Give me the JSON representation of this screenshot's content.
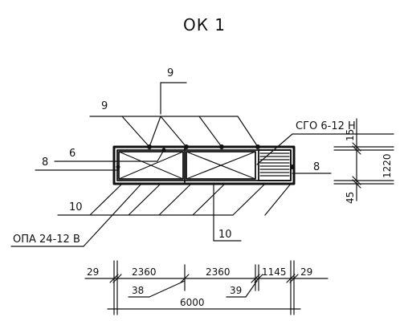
{
  "title": "ОК 1",
  "labels": {
    "top_9": "9",
    "left_9": "9",
    "six": "6",
    "left_8": "8",
    "right_8": "8",
    "left_10": "10",
    "bottom_10": "10",
    "ogo": "СГО 6-12 Н",
    "opa": "ОПА 24-12 В"
  },
  "vertical_dims": {
    "d15_top": "15",
    "d1220": "1220",
    "d45": "45"
  },
  "horizontal_dims": {
    "d29_left": "29",
    "d2360_a": "2360",
    "d2360_b": "2360",
    "d1145": "1145",
    "d29_right": "29",
    "d38": "38",
    "d6000": "6000",
    "d39": "39"
  },
  "colors": {
    "ink": "#111111",
    "paper": "#ffffff"
  }
}
